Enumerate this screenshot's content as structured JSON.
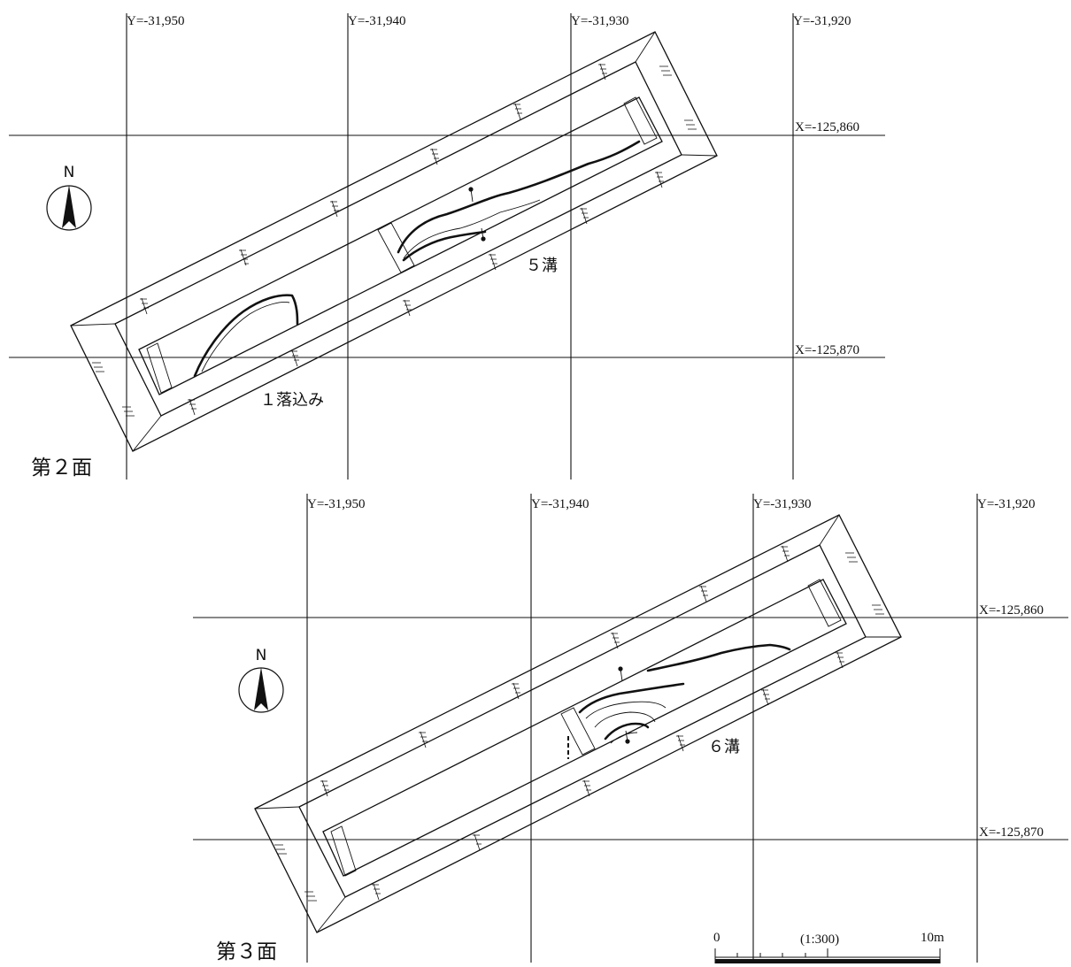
{
  "panels": [
    {
      "id": "surface-2",
      "caption": "第２面",
      "north_label": "N",
      "y_labels": [
        "Y=-31,950",
        "Y=-31,940",
        "Y=-31,930",
        "Y=-31,920"
      ],
      "x_labels": [
        "X=-125,860",
        "X=-125,870"
      ],
      "feature_labels": [
        "５溝",
        "１落込み"
      ]
    },
    {
      "id": "surface-3",
      "caption": "第３面",
      "north_label": "N",
      "y_labels": [
        "Y=-31,950",
        "Y=-31,940",
        "Y=-31,930",
        "Y=-31,920"
      ],
      "x_labels": [
        "X=-125,860",
        "X=-125,870"
      ],
      "feature_labels": [
        "６溝"
      ]
    }
  ],
  "scale_bar": {
    "start": "0",
    "ratio": "(1:300)",
    "end": "10m"
  }
}
